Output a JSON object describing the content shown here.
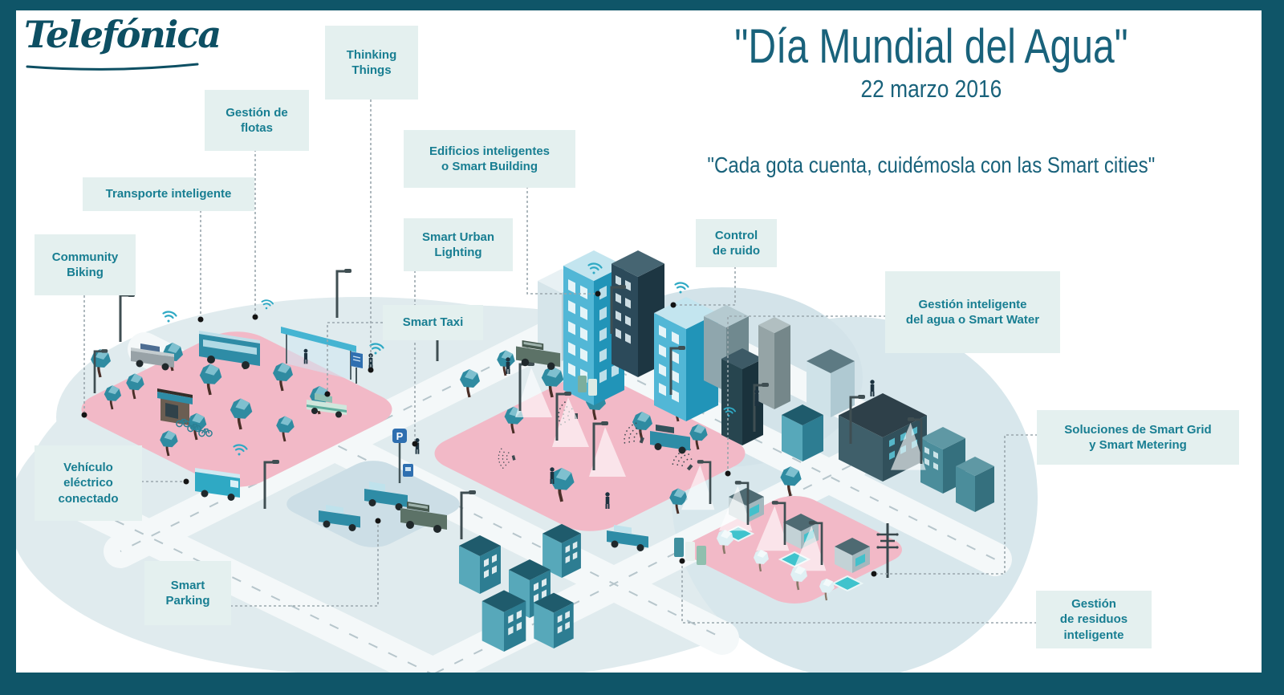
{
  "brand": {
    "logo_text": "Telefónica"
  },
  "header": {
    "title": "\"Día Mundial del Agua\"",
    "date": "22 marzo 2016",
    "subtitle": "\"Cada gota cuenta, cuidémosla con las Smart cities\""
  },
  "labels": [
    {
      "id": "community-biking",
      "text": "Community\nBiking"
    },
    {
      "id": "transporte-inteligente",
      "text": "Transporte inteligente"
    },
    {
      "id": "gestion-flotas",
      "text": "Gestión de\nflotas"
    },
    {
      "id": "thinking-things",
      "text": "Thinking\nThings"
    },
    {
      "id": "edificios-inteligentes",
      "text": "Edificios inteligentes\no Smart Building"
    },
    {
      "id": "smart-urban-lighting",
      "text": "Smart Urban\nLighting"
    },
    {
      "id": "smart-taxi",
      "text": "Smart Taxi"
    },
    {
      "id": "control-ruido",
      "text": "Control\nde ruido"
    },
    {
      "id": "gestion-agua",
      "text": "Gestión inteligente\ndel agua o Smart Water"
    },
    {
      "id": "smart-grid",
      "text": "Soluciones de Smart Grid\ny Smart Metering"
    },
    {
      "id": "gestion-residuos",
      "text": "Gestión\nde residuos\ninteligente"
    },
    {
      "id": "vehiculo-electrico",
      "text": "Vehículo\neléctrico\nconectado"
    },
    {
      "id": "smart-parking",
      "text": "Smart\nParking"
    }
  ],
  "scene": {
    "parking_sign_letter": "P"
  },
  "colors": {
    "frame": "#0f5568",
    "label_bg": "#e4f0ef",
    "label_text": "#187e92",
    "title_text": "#19627b",
    "park_pink": "#f2b9c7",
    "city_base": "#dfeaee",
    "tree_teal": "#2f8ba1",
    "building_blue": "#2ba4c7",
    "connector_gray": "#9aa7ad"
  }
}
